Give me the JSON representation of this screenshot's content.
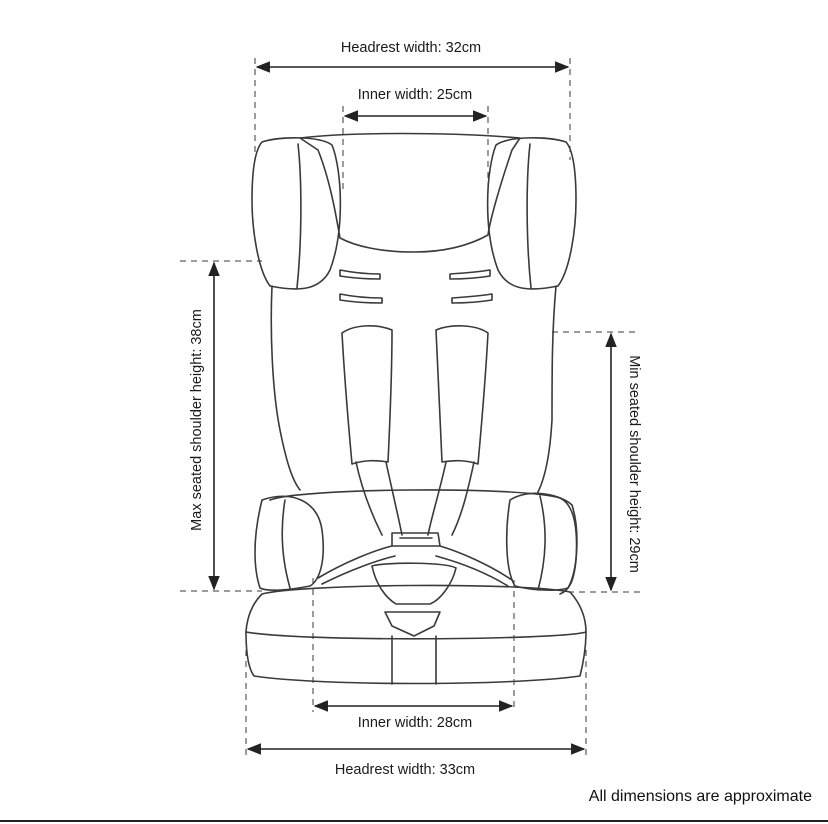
{
  "dimensions": {
    "headrest_top": "Headrest width: 32cm",
    "inner_top": "Inner width: 25cm",
    "max_shoulder": "Max seated shoulder height: 38cm",
    "min_shoulder": "Min seated shoulder height: 29cm",
    "inner_bottom": "Inner width: 28cm",
    "headrest_bottom": "Headrest width: 33cm"
  },
  "note": "All dimensions are approximate"
}
